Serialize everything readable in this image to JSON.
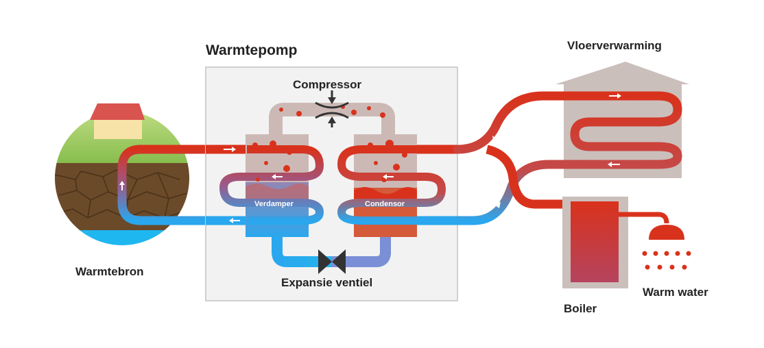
{
  "labels": {
    "warmtepomp": "Warmtepomp",
    "compressor": "Compressor",
    "verdamper": "Verdamper",
    "condensor": "Condensor",
    "expansie_ventiel": "Expansie ventiel",
    "warmtebron": "Warmtebron",
    "vloerverwarming": "Vloerverwarming",
    "boiler": "Boiler",
    "warm_water": "Warm water"
  },
  "colors": {
    "hot": "#d9321c",
    "cold": "#2aa7ee",
    "vapor": "#ccb9b5",
    "box_bg": "#f2f2f2",
    "box_border": "#cfcfcf",
    "house_wall": "#cbbfbb",
    "dark": "#333333"
  }
}
